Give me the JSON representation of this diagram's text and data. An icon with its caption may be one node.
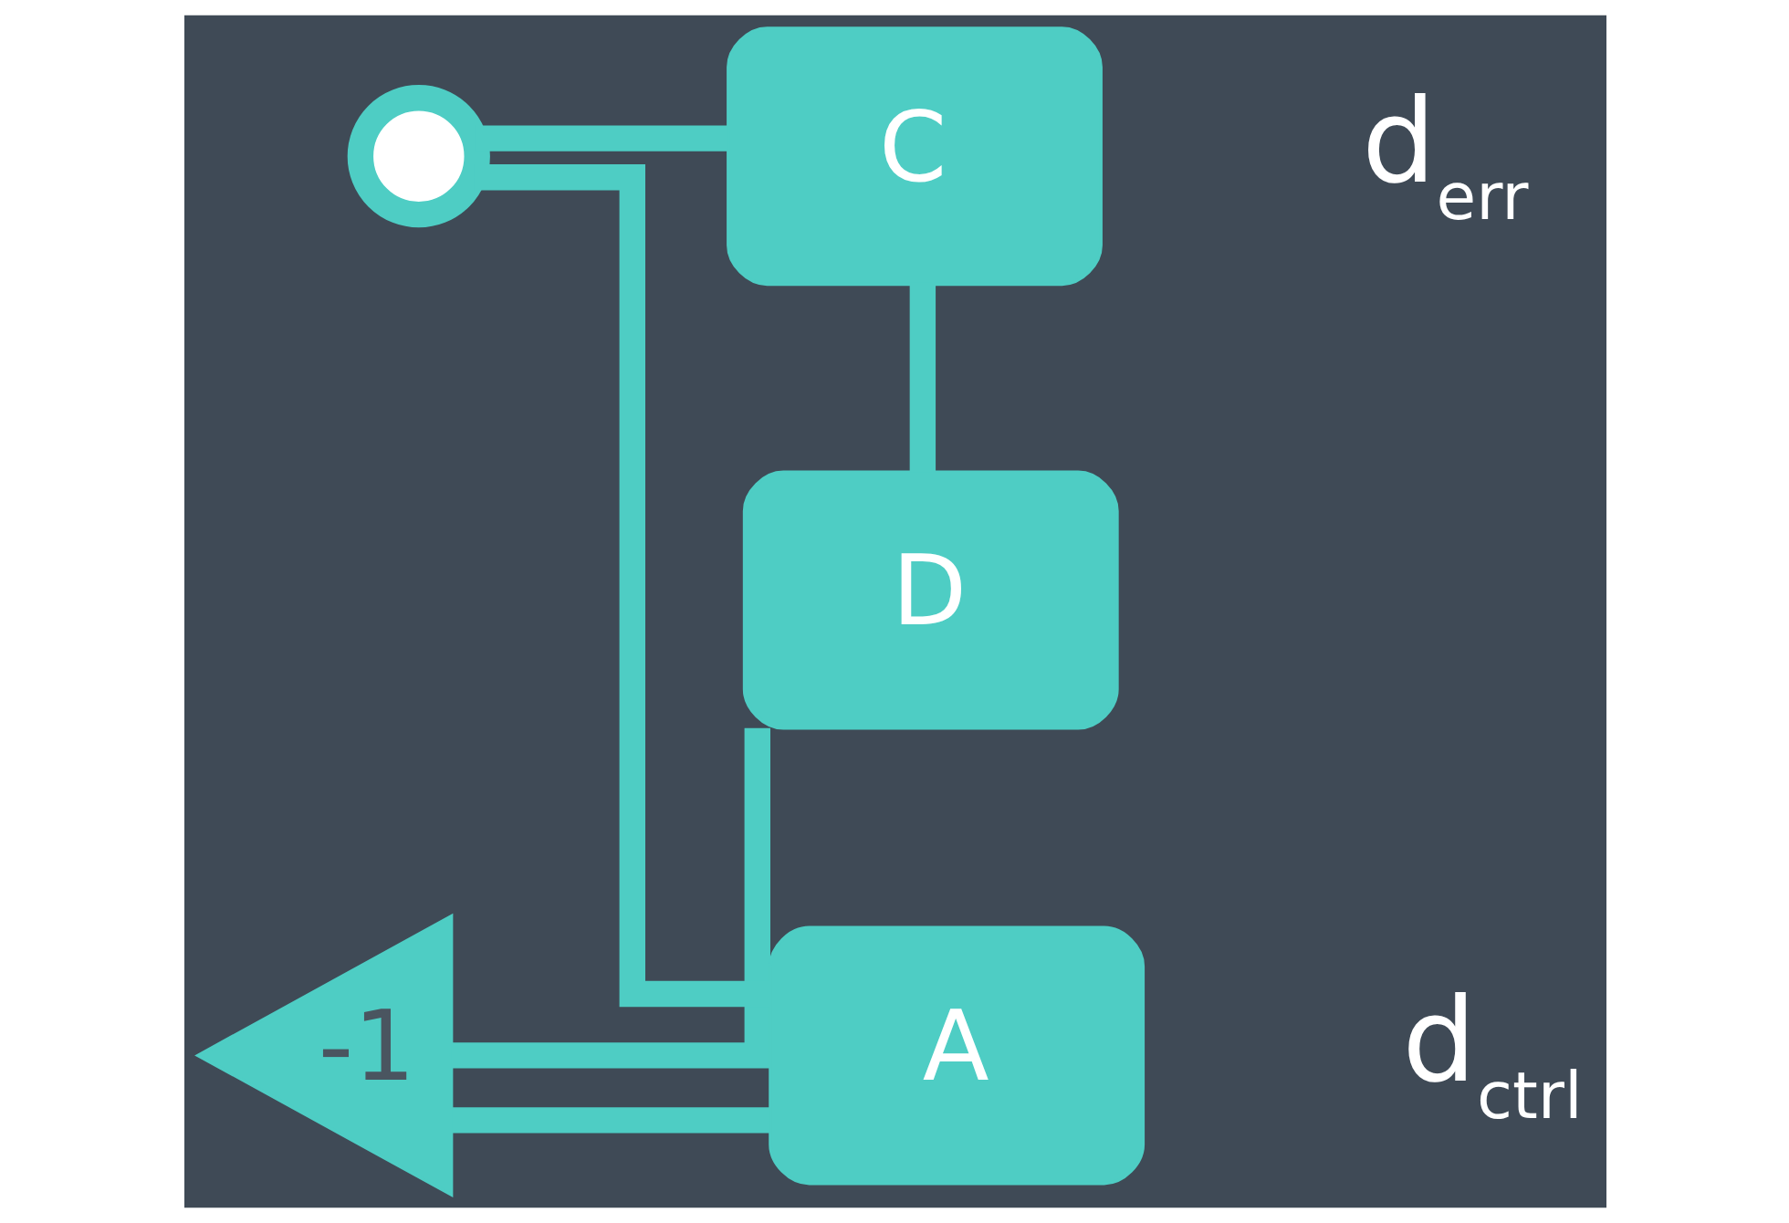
{
  "diagram": {
    "nodes": [
      {
        "text": [],
        "shape": "circle"
      },
      {
        "text": [
          "C"
        ]
      },
      {
        "text": [
          "D"
        ]
      },
      {
        "text": [
          "-1"
        ]
      },
      {
        "text": [
          "A"
        ]
      }
    ],
    "edges": [
      {
        "from": 0,
        "to": 1,
        "arrow": "none"
      },
      {
        "from": 1,
        "to": 2,
        "arrow": "none"
      },
      {
        "from": 2,
        "to": 3,
        "arrow": "none"
      },
      {
        "from": 3,
        "to": 4,
        "arrow": "none"
      },
      {
        "from": 4,
        "to": 0,
        "arrow": "none"
      }
    ],
    "labels": [
      "d$_{err}$",
      "d$_{ctrl}$"
    ]
  }
}
